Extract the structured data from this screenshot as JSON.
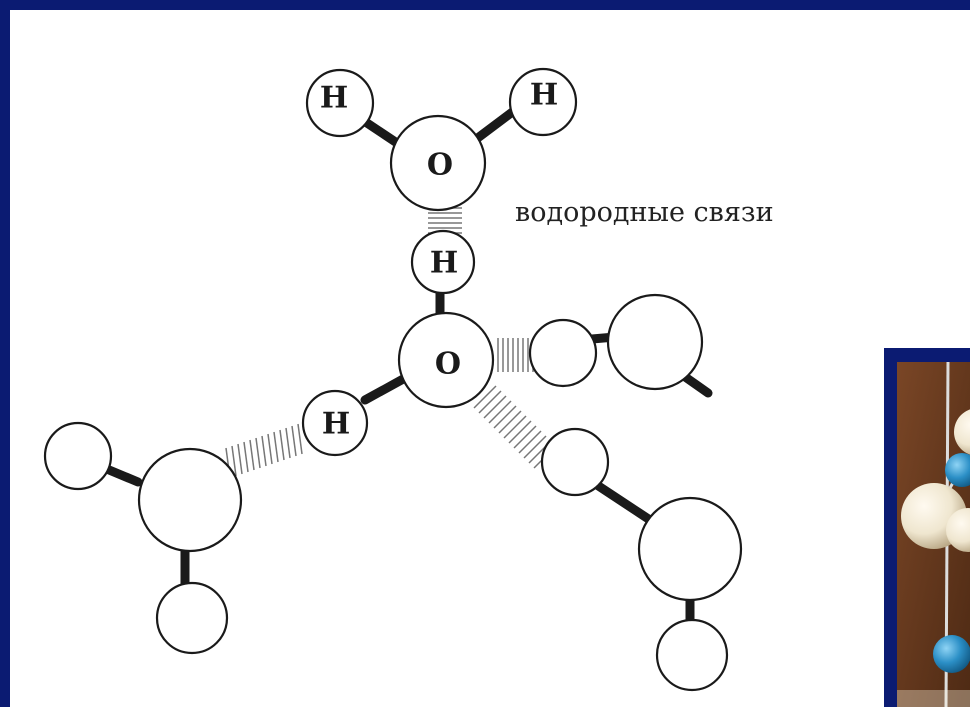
{
  "diagram": {
    "caption": "водородные связи",
    "labels": {
      "hydrogen": "H",
      "oxygen": "O"
    }
  },
  "photo_inset": {
    "kind": "ball-and-stick molecular model photograph",
    "colors": {
      "background": "#6b3a1e",
      "cream_ball": "#efe6cf",
      "blue_ball": "#2b8fc6",
      "frame": "#0b1b72"
    }
  },
  "colors": {
    "slide_frame": "#0b1b72",
    "panel": "#ffffff",
    "ink": "#1a1a1a"
  }
}
